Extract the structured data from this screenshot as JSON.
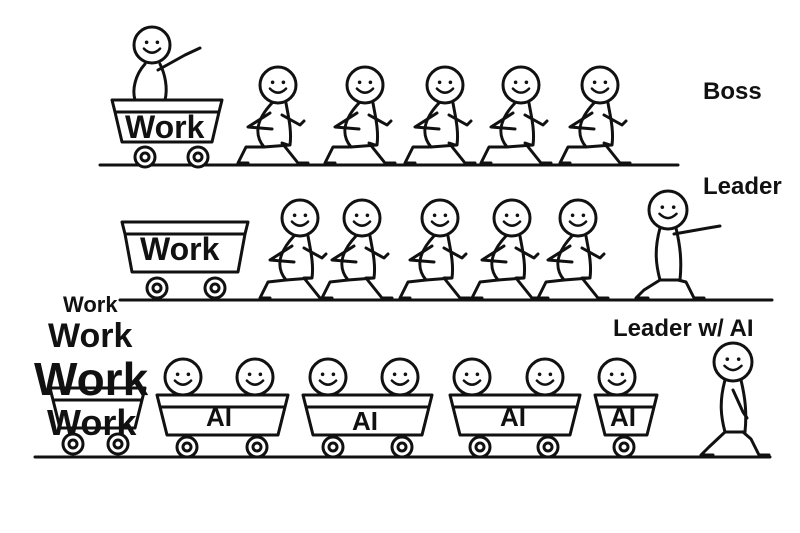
{
  "rows": {
    "boss": {
      "label": "Boss",
      "cart_text": "Work"
    },
    "leader": {
      "label": "Leader",
      "cart_text": "Work"
    },
    "leader_ai": {
      "label": "Leader w/ AI",
      "work_stack": [
        "Work",
        "Work",
        "Work",
        "Work"
      ],
      "ai_carts": [
        "AI",
        "AI",
        "AI",
        "AI"
      ]
    }
  },
  "colors": {
    "ink": "#111111",
    "background": "#ffffff"
  }
}
